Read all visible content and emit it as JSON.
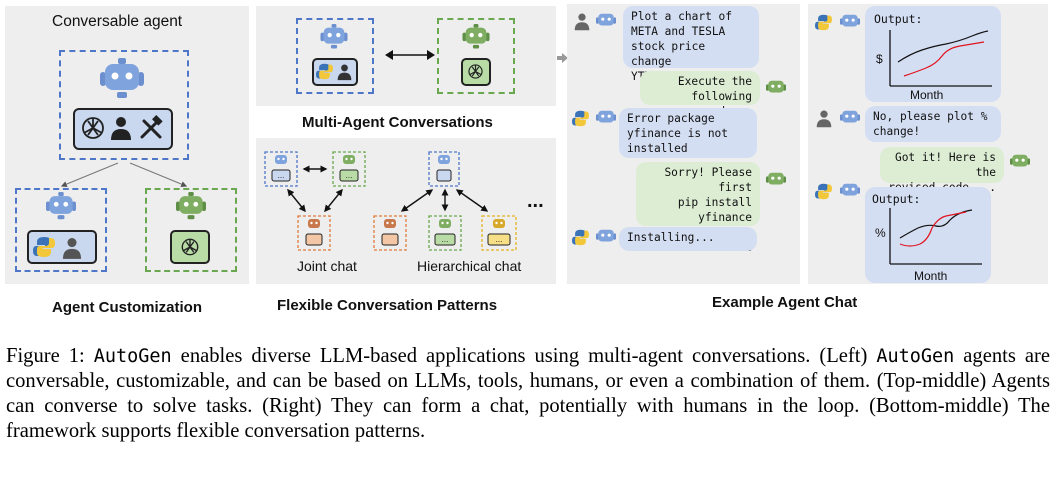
{
  "left": {
    "title": "Conversable agent",
    "caption": "Agent Customization"
  },
  "middle": {
    "top_caption": "Multi-Agent Conversations",
    "joint_label": "Joint chat",
    "hier_label": "Hierarchical chat",
    "ellipsis": "...",
    "bottom_caption": "Flexible Conversation Patterns"
  },
  "chat": {
    "caption": "Example Agent Chat",
    "messages": [
      {
        "text": "Plot a chart of\nMETA and TESLA\nstock price change\nYTD."
      },
      {
        "text": "Execute the\nfollowing code..."
      },
      {
        "text": "Error package\nyfinance is not\ninstalled"
      },
      {
        "text": "Sorry! Please first\npip install yfinance\nand then execute\nthe code"
      },
      {
        "text": "Installing..."
      }
    ],
    "right_messages": [
      {
        "text": "No, please plot %\nchange!"
      },
      {
        "text": "Got it! Here is the\nrevised code ..."
      }
    ],
    "output1": {
      "label": "Output:",
      "ylabel": "$",
      "xlabel": "Month"
    },
    "output2": {
      "label": "Output:",
      "ylabel": "%",
      "xlabel": "Month"
    }
  },
  "figure_caption": {
    "prefix": "Figure 1: ",
    "name1": "AutoGen",
    "part1": " enables diverse LLM-based applications using multi-agent conversations. (Left) ",
    "name2": "AutoGen",
    "part2": " agents are conversable, customizable, and can be based on LLMs, tools, humans, or even a combination of them. (Top-middle) Agents can converse to solve tasks. (Right) They can form a chat, potentially with humans in the loop. (Bottom-middle) The framework supports flexible conversation patterns."
  },
  "colors": {
    "blue_agent": "#7fa3dd",
    "green_agent": "#7fae63",
    "orange_agent": "#d88a5a",
    "yellow_agent": "#e9c24a",
    "panel": "#eeeeee",
    "blue_bubble": "#d4def2",
    "green_bubble": "#dcedd4",
    "series_black": "#111111",
    "series_red": "#e0141e"
  },
  "icons": [
    "robot-icon",
    "openai-icon",
    "person-icon",
    "tools-icon",
    "python-icon"
  ]
}
